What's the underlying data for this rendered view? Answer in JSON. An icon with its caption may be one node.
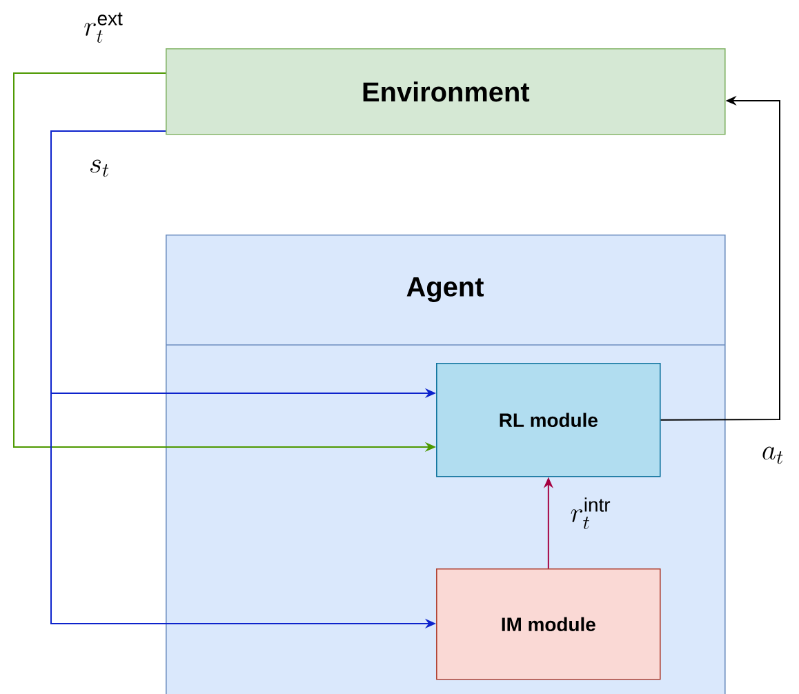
{
  "diagram": {
    "nodes": [
      {
        "text": [
          "Environment"
        ]
      },
      {
        "text": [
          "Agent"
        ]
      },
      {
        "text": [
          "RL module"
        ],
        "in": 1
      },
      {
        "text": [
          "IM module"
        ],
        "in": 1
      }
    ],
    "edges": [
      {
        "from": 0,
        "to": 2,
        "arrow": "to",
        "label": "r_t^{\\mathrm{ext}}",
        "color": "#4d9900"
      },
      {
        "from": 0,
        "to": 2,
        "arrow": "to",
        "label": "s_t",
        "color": "#0d23cc"
      },
      {
        "from": 0,
        "to": 3,
        "arrow": "to",
        "color": "#0d23cc"
      },
      {
        "from": 2,
        "to": 0,
        "arrow": "to",
        "label": "a_t",
        "color": "#000000"
      },
      {
        "from": 3,
        "to": 2,
        "arrow": "to",
        "label": "r_t^{\\mathrm{intr}}",
        "color": "#a50040"
      }
    ]
  }
}
